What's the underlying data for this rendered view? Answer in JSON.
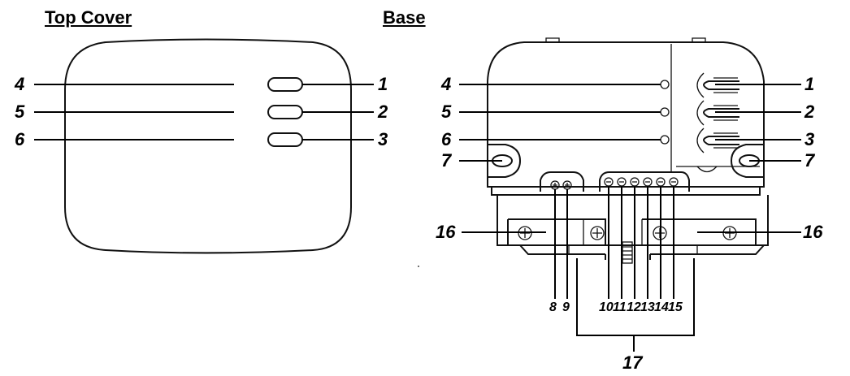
{
  "titles": {
    "top_cover": "Top Cover",
    "base": "Base"
  },
  "callouts_top": [
    "4",
    "5",
    "6",
    "1",
    "2",
    "3"
  ],
  "callouts_base": [
    "4",
    "5",
    "6",
    "1",
    "2",
    "3",
    "7",
    "7",
    "16",
    "16",
    "17"
  ],
  "terminals": [
    "8",
    "9",
    "10",
    "11",
    "12",
    "13",
    "14",
    "15"
  ]
}
